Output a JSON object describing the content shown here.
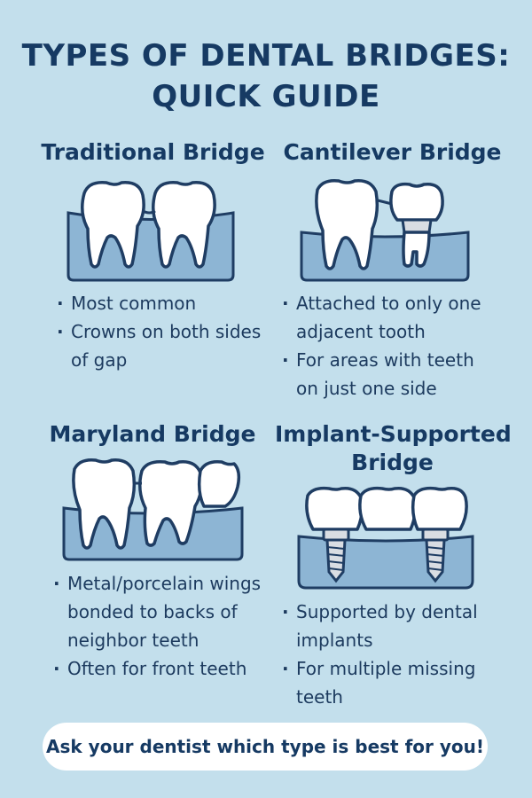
{
  "title": {
    "line1": "TYPES OF DENTAL BRIDGES:",
    "line2": "QUICK GUIDE"
  },
  "sections": [
    {
      "title_lines": [
        "Traditional Bridge"
      ],
      "bullets": [
        [
          "Most common"
        ],
        [
          "Crowns on both sides",
          "of gap"
        ]
      ]
    },
    {
      "title_lines": [
        "Cantilever Bridge"
      ],
      "bullets": [
        [
          "Attached to only one",
          "adjacent tooth"
        ],
        [
          "For areas with teeth",
          "on just one side"
        ]
      ]
    },
    {
      "title_lines": [
        "Maryland Bridge"
      ],
      "bullets": [
        [
          "Metal/porcelain wings",
          "bonded to backs of",
          "neighbor teeth"
        ],
        [
          "Often for front teeth"
        ]
      ]
    },
    {
      "title_lines": [
        "Implant-Supported",
        "Bridge"
      ],
      "bullets": [
        [
          "Supported by dental",
          "implants"
        ],
        [
          "For multiple missing",
          "teeth"
        ]
      ]
    }
  ],
  "cta": "Ask your dentist which type is best for you!",
  "colors": {
    "background": "#c3dfec",
    "heading": "#163a63",
    "gum": "#8db5d4",
    "outline": "#1f3d63"
  },
  "icons": [
    "traditional-bridge-icon",
    "cantilever-bridge-icon",
    "maryland-bridge-icon",
    "implant-bridge-icon"
  ]
}
